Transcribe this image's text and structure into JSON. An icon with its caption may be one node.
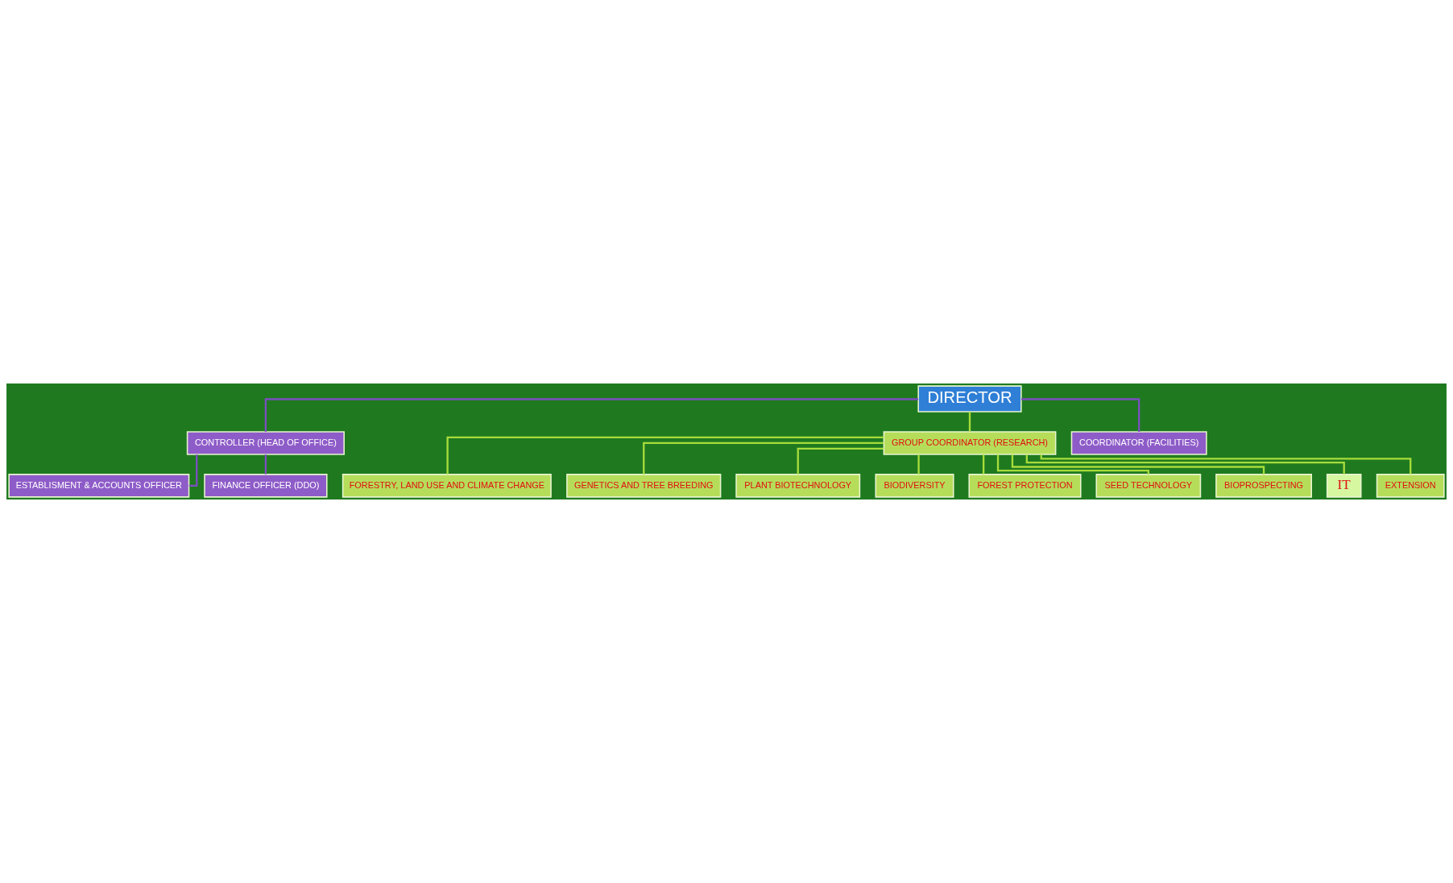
{
  "diagram": {
    "nodes": [
      {
        "text": [
          "DIRECTOR"
        ]
      },
      {
        "text": [
          "CONTROLLER (HEAD OF OFFICE)"
        ]
      },
      {
        "text": [
          "GROUP COORDINATOR (RESEARCH)"
        ]
      },
      {
        "text": [
          "FORESTRY, LAND USE AND CLIMATE CHANGE"
        ]
      },
      {
        "text": [
          "GENETICS AND TREE BREEDING"
        ]
      },
      {
        "text": [
          "ESTABLISMENT & ACCOUNTS OFFICER"
        ]
      },
      {
        "text": [
          "PLANT BIOTECHNOLOGY"
        ]
      },
      {
        "text": [
          "FINANCE OFFICER (DDO)"
        ]
      },
      {
        "text": [
          "BIODIVERSITY"
        ]
      },
      {
        "text": [
          "FOREST PROTECTION"
        ]
      },
      {
        "text": [
          "SEED TECHNOLOGY"
        ]
      },
      {
        "text": [
          "COORDINATOR (FACILITIES)"
        ]
      },
      {
        "text": [
          "BIOPROSPECTING"
        ]
      },
      {
        "text": [
          "IT"
        ]
      },
      {
        "text": [
          "EXTENSION"
        ]
      }
    ],
    "edges": [
      {
        "from": 0,
        "to": 1,
        "arrow": "none",
        "color": "#7b4fc0"
      },
      {
        "from": 0,
        "to": 2,
        "arrow": "none"
      },
      {
        "from": 0,
        "to": 11,
        "arrow": "none",
        "color": "#7b4fc0"
      },
      {
        "from": 2,
        "to": 3,
        "arrow": "none"
      },
      {
        "from": 2,
        "to": 4,
        "arrow": "none"
      },
      {
        "from": 2,
        "to": 6,
        "arrow": "none"
      },
      {
        "from": 2,
        "to": 8,
        "arrow": "none"
      },
      {
        "from": 2,
        "to": 9,
        "arrow": "none"
      },
      {
        "from": 2,
        "to": 10,
        "arrow": "none"
      },
      {
        "from": 2,
        "to": 12,
        "arrow": "none"
      },
      {
        "from": 2,
        "to": 13,
        "arrow": "none"
      },
      {
        "from": 2,
        "to": 14,
        "arrow": "none"
      },
      {
        "from": 1,
        "to": 5,
        "arrow": "none",
        "color": "#7b4fc0"
      },
      {
        "from": 1,
        "to": 7,
        "arrow": "none",
        "color": "#7b4fc0"
      }
    ]
  }
}
